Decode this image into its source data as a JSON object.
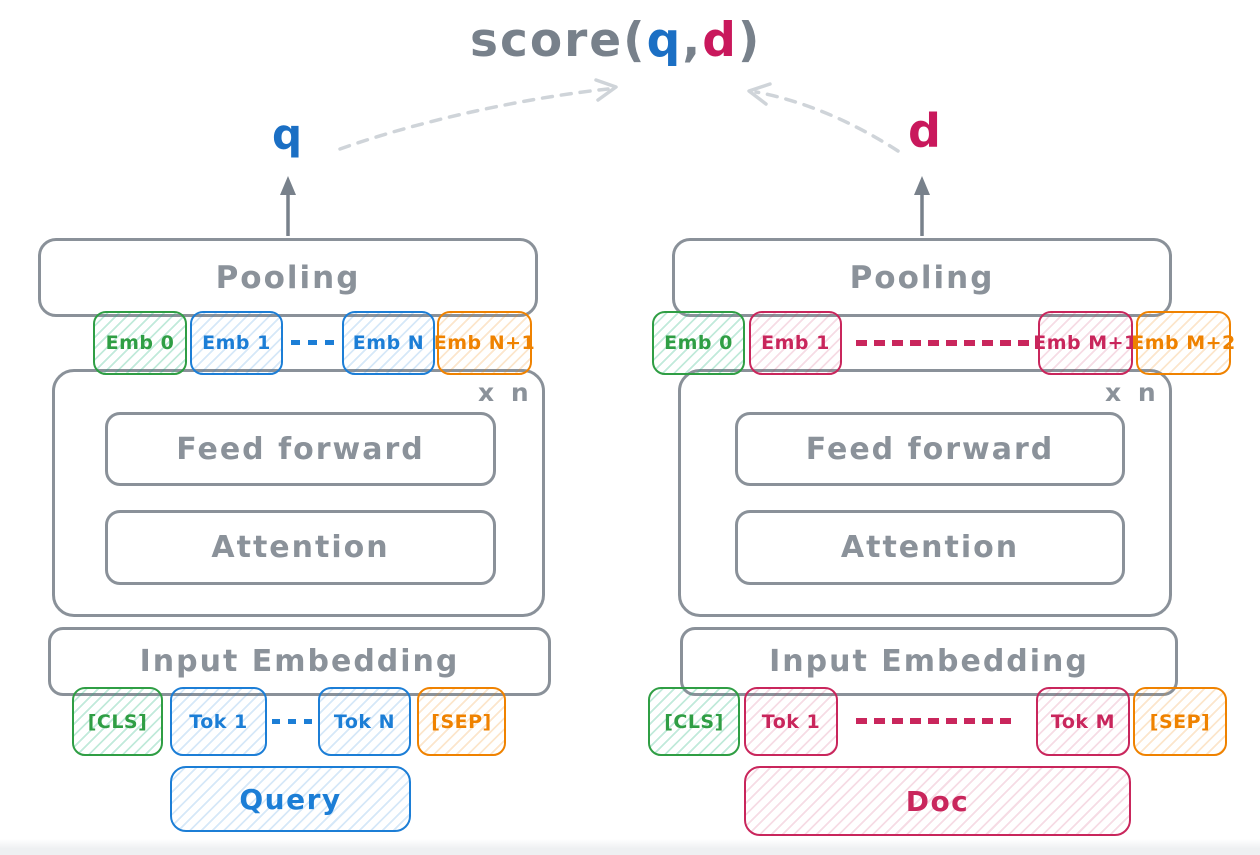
{
  "title": {
    "function_open": "score(",
    "arg_query": "q",
    "separator": ",",
    "arg_doc": "d",
    "close": ")"
  },
  "left_tower": {
    "output_symbol": "q",
    "pooling_label": "Pooling",
    "repeat_label": "x n",
    "feed_forward_label": "Feed forward",
    "attention_label": "Attention",
    "input_embedding_label": "Input Embedding",
    "embeddings": [
      "Emb 0",
      "Emb 1",
      "Emb N",
      "Emb N+1"
    ],
    "tokens": [
      "[CLS]",
      "Tok 1",
      "Tok N",
      "[SEP]"
    ],
    "input_label": "Query"
  },
  "right_tower": {
    "output_symbol": "d",
    "pooling_label": "Pooling",
    "repeat_label": "x n",
    "feed_forward_label": "Feed forward",
    "attention_label": "Attention",
    "input_embedding_label": "Input Embedding",
    "embeddings": [
      "Emb 0",
      "Emb 1",
      "Emb M+1",
      "Emb M+2"
    ],
    "tokens": [
      "[CLS]",
      "Tok 1",
      "Tok M",
      "[SEP]"
    ],
    "input_label": "Doc"
  },
  "colors": {
    "stroke_gray": "#8a9199",
    "label_gray": "#8b929a",
    "title_gray": "#78818b",
    "query_blue": "#1c7ed6",
    "cls_green": "#2f9e44",
    "doc_crimson": "#c9265c",
    "sep_orange": "#ef8200",
    "dashed_arrow_gray": "#cfd4d9"
  }
}
